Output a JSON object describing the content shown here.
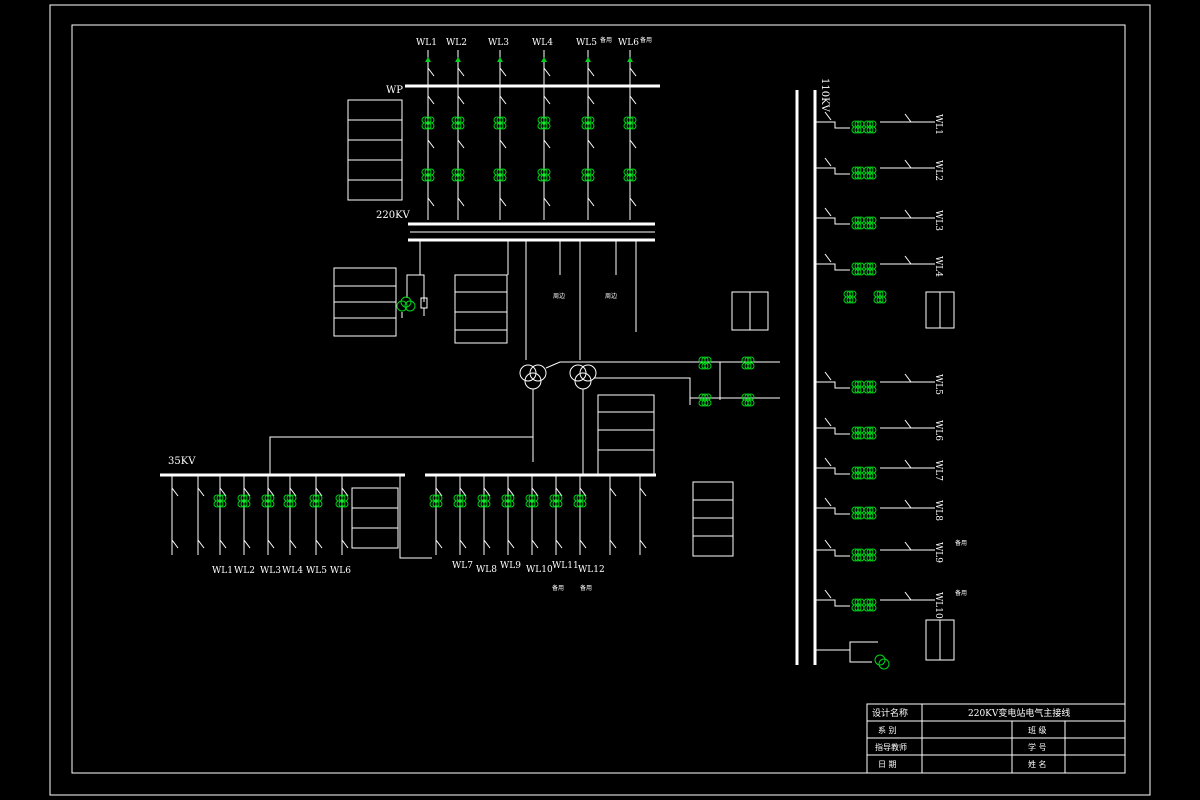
{
  "colors": {
    "background": "#000000",
    "lines": "#ffffff",
    "equipment": "#00d21a"
  },
  "buses": {
    "wp": "WP",
    "kv220": "220KV",
    "kv110": "110KV",
    "kv35": "35KV"
  },
  "top_feeders": [
    "WL1",
    "WL2",
    "WL3",
    "WL4",
    "WL5",
    "WL6"
  ],
  "top_feeder_suffix": {
    "wl5": "备用",
    "wl6": "备用"
  },
  "right_feeders": [
    "WL1",
    "WL2",
    "WL3",
    "WL4",
    "WL5",
    "WL6",
    "WL7",
    "WL8",
    "WL9",
    "WL10"
  ],
  "right_feeder_notes": {
    "wl9": "备用",
    "wl10": "备用"
  },
  "left35_feeders": [
    "WL1",
    "WL2",
    "WL3",
    "WL4",
    "WL5",
    "WL6"
  ],
  "right35_feeders": [
    "WL7",
    "WL8",
    "WL9",
    "WL10",
    "WL11",
    "WL12"
  ],
  "right35_notes": [
    "备用",
    "备用"
  ],
  "labels": {
    "zhou_bian": "周边",
    "gaoya": "周边"
  },
  "title_block": {
    "r1c1": "设计名称",
    "r1c2": "220KV变电站电气主接线",
    "r2c1": "系  别",
    "r2c3": "班  级",
    "r3c1": "指导教师",
    "r3c3": "学  号",
    "r4c1": "日  期",
    "r4c3": "姓  名"
  }
}
